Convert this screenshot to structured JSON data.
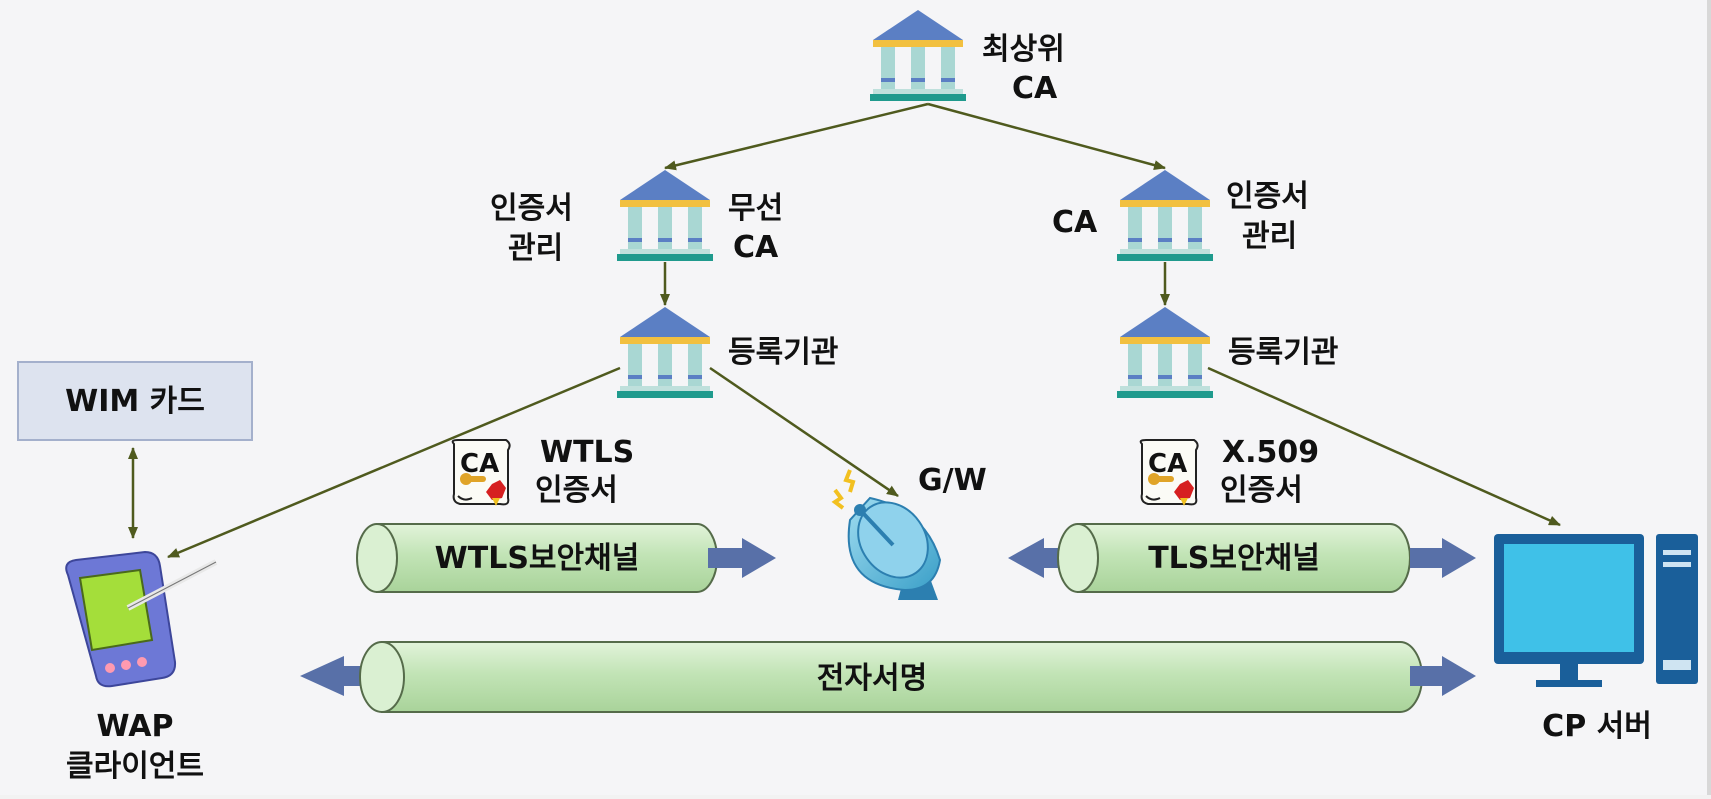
{
  "nodes": {
    "root_ca": {
      "line1": "최상위",
      "line2": "CA"
    },
    "wireless_ca": {
      "left_line1": "인증서",
      "left_line2": "관리",
      "right_line1": "무선",
      "right_line2": "CA"
    },
    "wired_ca": {
      "left": "CA",
      "right_line1": "인증서",
      "right_line2": "관리"
    },
    "ra_left": {
      "label": "등록기관"
    },
    "ra_right": {
      "label": "등록기관"
    },
    "wim_card": {
      "label": "WIM 카드"
    },
    "wtls_cert": {
      "badge": "CA",
      "line1": "WTLS",
      "line2": "인증서"
    },
    "x509_cert": {
      "badge": "CA",
      "line1": "X.509",
      "line2": "인증서"
    },
    "gateway": {
      "label": "G/W"
    },
    "wap_client": {
      "line1": "WAP",
      "line2": "클라이언트"
    },
    "cp_server": {
      "label": "CP 서버"
    }
  },
  "channels": {
    "wtls": "WTLS보안채널",
    "tls": "TLS보안채널",
    "signature": "전자서명"
  },
  "colors": {
    "connector": "#4f5a1e",
    "tube_fill": "#c8e6bd",
    "tube_stroke": "#556b4a",
    "arrow": "#5870a8",
    "roof": "#5b7fc4",
    "column": "#a9d7d3",
    "base": "#1f9a8d",
    "screen": "#3fc1e8"
  },
  "icons": [
    "bank-icon",
    "certificate-icon",
    "satellite-dish-icon",
    "pda-icon",
    "desktop-computer-icon"
  ]
}
